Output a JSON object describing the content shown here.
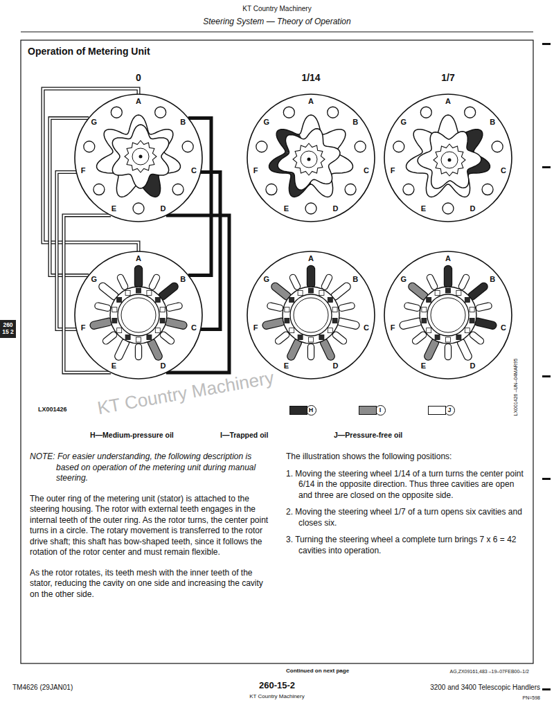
{
  "diagram": {
    "title": "Operation of Metering Unit",
    "nodes": [
      {
        "text": [
          "260 15 2"
        ]
      }
    ],
    "labels": [
      "KT Country Machinery",
      "Steering System — Theory of Operation",
      "0",
      "1/14",
      "1/7",
      "A",
      "B",
      "C",
      "D",
      "E",
      "F",
      "G",
      "A",
      "B",
      "C",
      "D",
      "E",
      "F",
      "G",
      "A",
      "B",
      "C",
      "D",
      "E",
      "F",
      "G",
      "A",
      "B",
      "C",
      "D",
      "E",
      "F",
      "G",
      "A",
      "B",
      "C",
      "D",
      "E",
      "F",
      "G",
      "A",
      "B",
      "C",
      "D",
      "E",
      "F",
      "G",
      "LX001426",
      "H",
      "I",
      "J",
      "LX001426 –UN–04MAR95",
      "KT Country Machinery",
      "NOTE: For easier understanding, the following description is based on operation of the metering unit during manual steering.",
      "The outer ring of the metering unit (stator) is attached to the steering housing. The rotor with external teeth engages in the internal teeth of the outer ring. As the rotor turns, the center point turns in a circle. The rotary movement is transferred to the rotor drive shaft; this shaft has bow-shaped teeth, since it follows the rotation of the rotor center and must remain flexible.",
      "As the rotor rotates, its teeth mesh with the inner teeth of the stator, reducing the cavity on one side and increasing the cavity on the other side.",
      "The illustration shows the following positions:",
      "1. Moving the steering wheel 1/14 of a turn turns the center point 6/14 in the opposite direction. Thus three cavities are open and three are closed on the opposite side.",
      "2. Moving the steering wheel 1/7 of a turn opens six cavities and closes six.",
      "3. Turning the steering wheel a complete turn brings 7 x 6 = 42 cavities into operation.",
      "Continued on next page",
      "AG,ZX09161,483 –19–07FEB00–1/2",
      "TM4626 (29JAN01)",
      "260-15-2",
      "KT Country Machinery",
      "3200 and 3400 Telescopic Handlers",
      "PN=598"
    ],
    "legend": [
      {
        "text": "H—Medium-pressure oil",
        "color": "#2b2b2b"
      },
      {
        "text": "I—Trapped oil",
        "color": "#8c8c8c"
      },
      {
        "text": "J—Pressure-free oil",
        "color": "#ffffff"
      }
    ]
  }
}
